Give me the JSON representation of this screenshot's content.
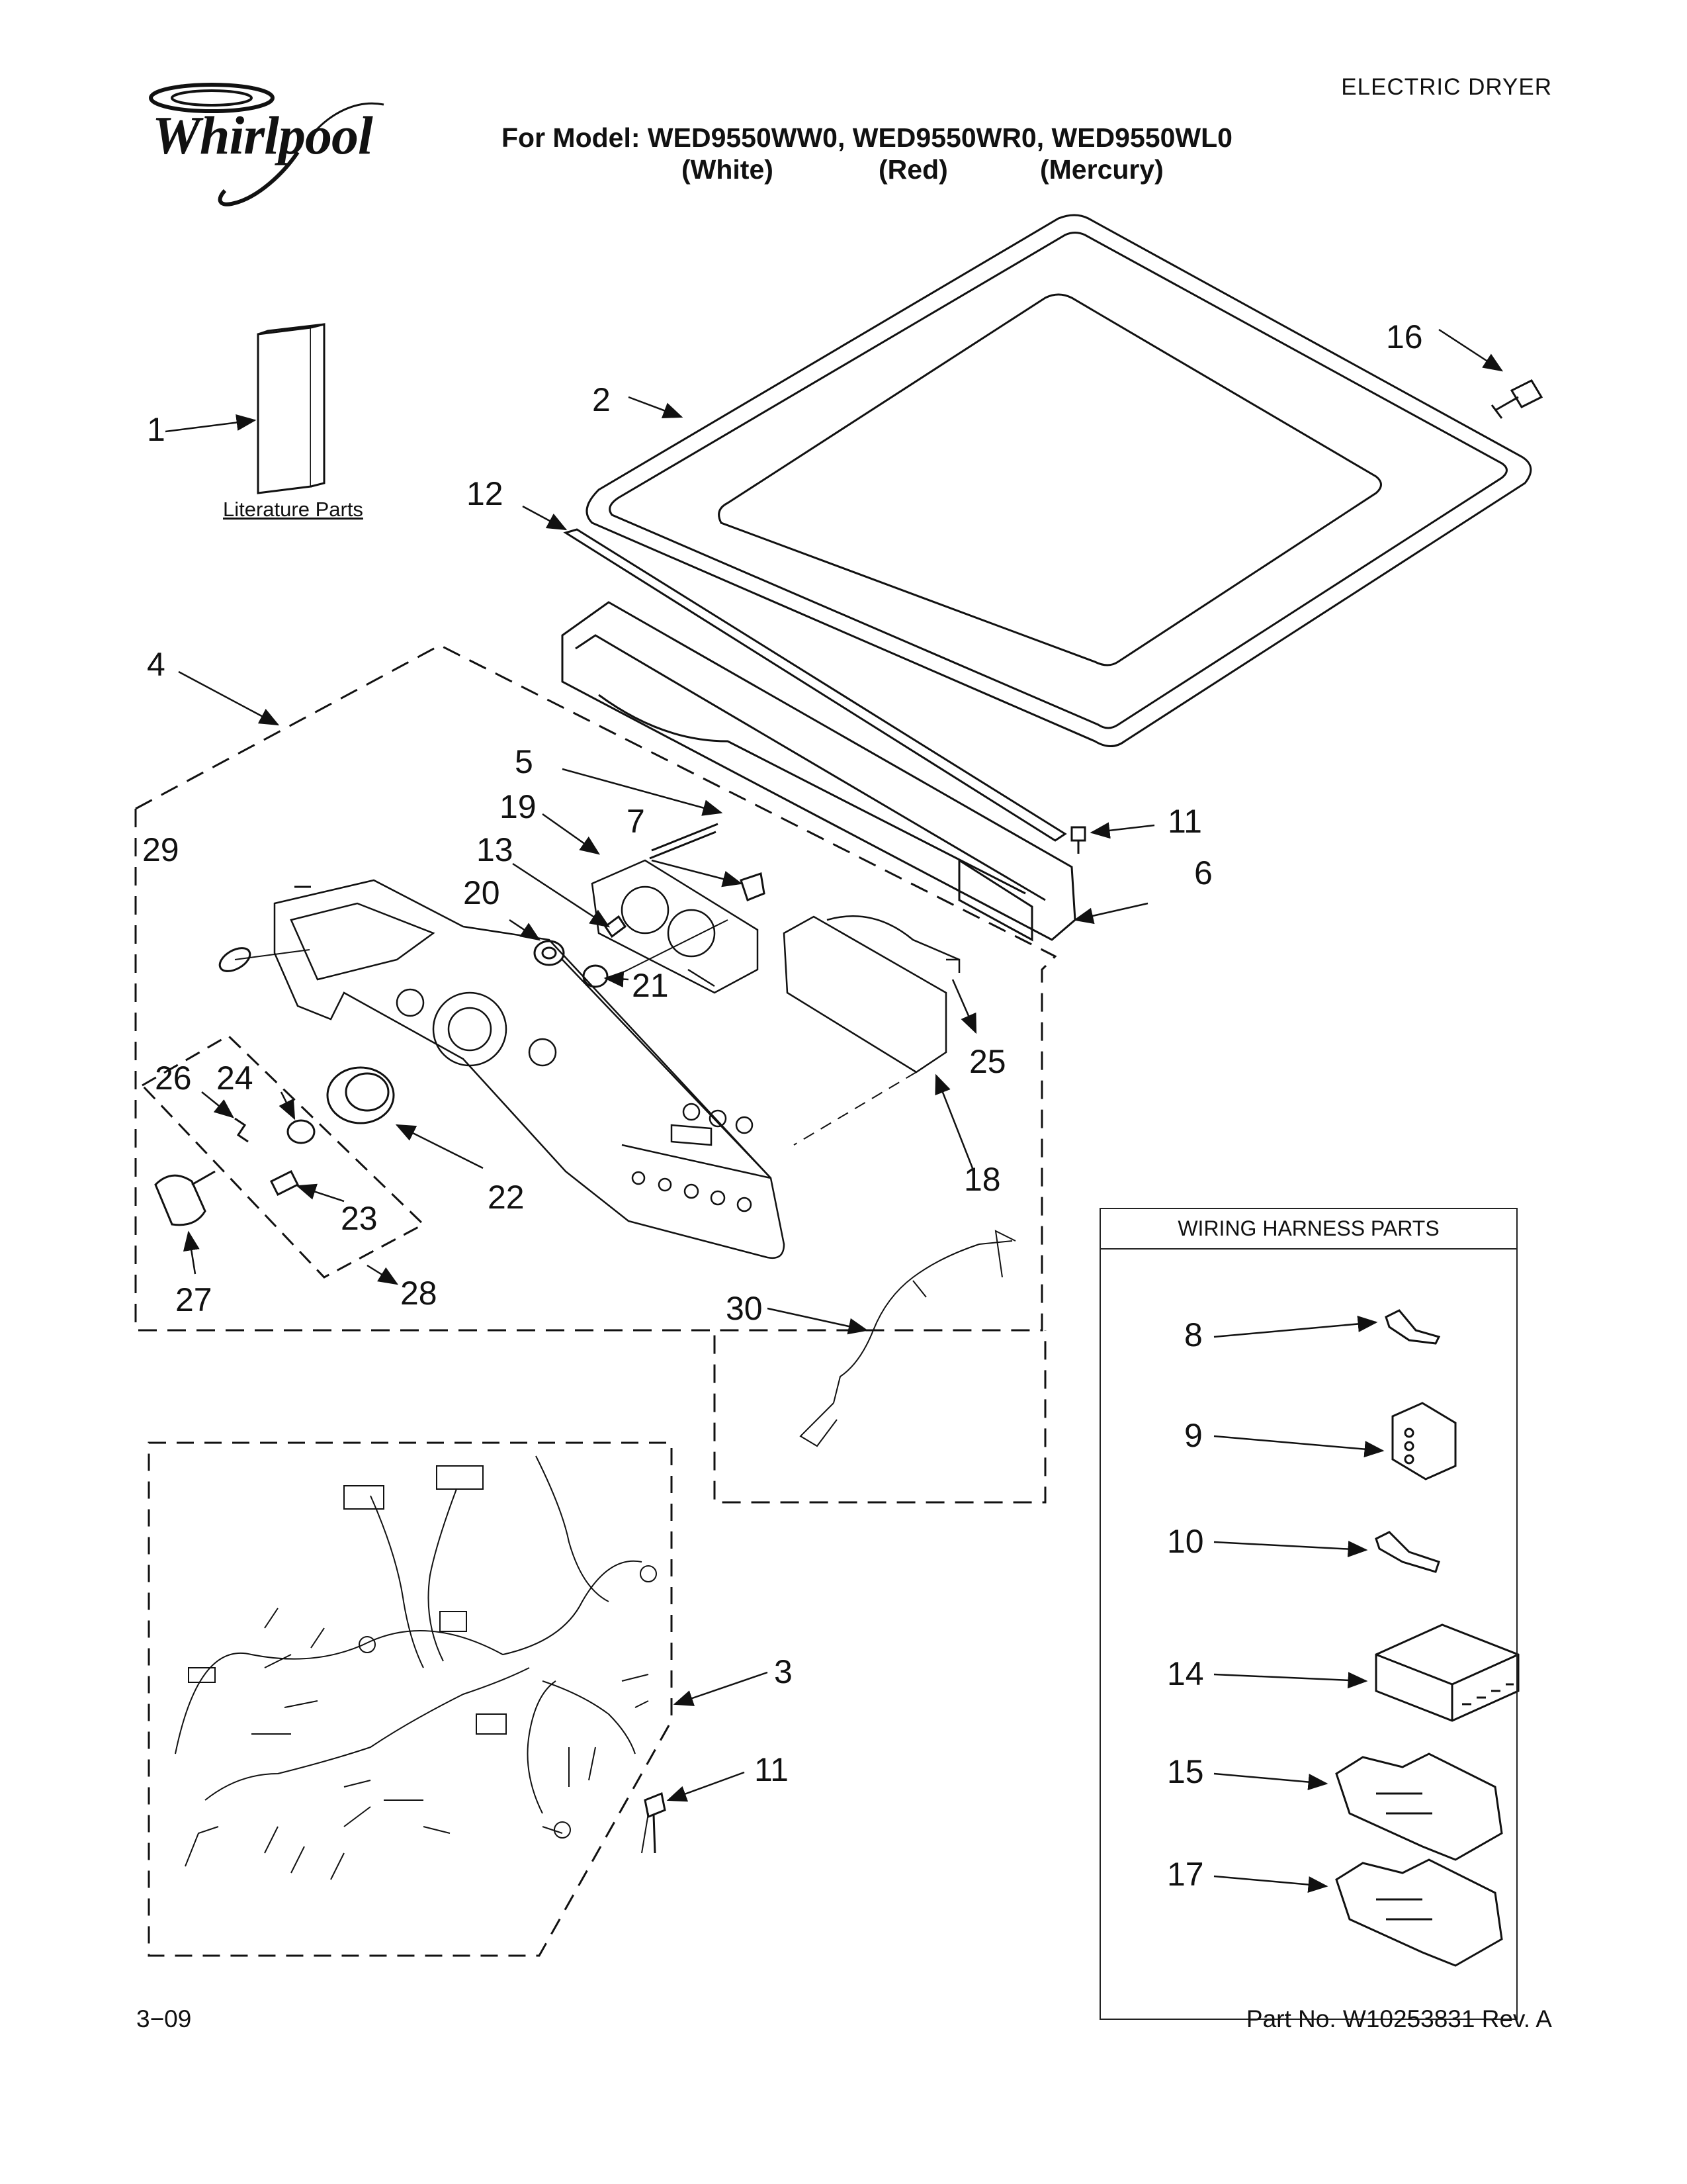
{
  "header": {
    "doc_type": "ELECTRIC DRYER",
    "model_line": "For Model: WED9550WW0, WED9550WR0, WED9550WL0",
    "colors": [
      "(White)",
      "(Red)",
      "(Mercury)"
    ],
    "brand": "Whirlpool"
  },
  "labels": {
    "literature": "Literature Parts",
    "wiring_harness_title": "WIRING HARNESS PARTS"
  },
  "callouts": {
    "c1": "1",
    "c2": "2",
    "c3": "3",
    "c4": "4",
    "c5": "5",
    "c6": "6",
    "c7": "7",
    "c8": "8",
    "c9": "9",
    "c10": "10",
    "c11a": "11",
    "c11b": "11",
    "c12": "12",
    "c13": "13",
    "c14": "14",
    "c15": "15",
    "c16": "16",
    "c17": "17",
    "c18": "18",
    "c19": "19",
    "c20": "20",
    "c21": "21",
    "c22": "22",
    "c23": "23",
    "c24": "24",
    "c25": "25",
    "c26": "26",
    "c27": "27",
    "c28": "28",
    "c29": "29",
    "c30": "30"
  },
  "footer": {
    "date_code": "3−09",
    "part_number": "Part No. W10253831 Rev. A"
  }
}
